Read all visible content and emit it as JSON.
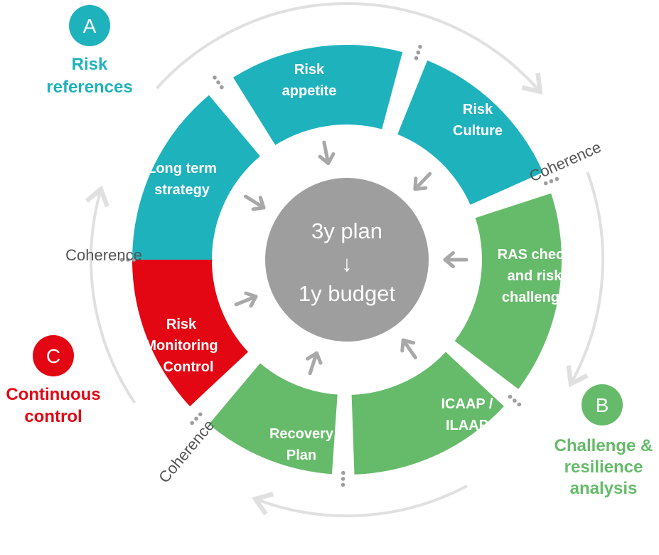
{
  "colors": {
    "teal": "#1eb2bd",
    "green": "#66bb6a",
    "red": "#e30613",
    "gray": "#9e9e9e",
    "arrow_gray": "#a8a8a8",
    "outer_arrow": "#e0e0e0",
    "dots": "#9e9e9e"
  },
  "center": {
    "line1": "3y plan",
    "arrow": "↓",
    "line2": "1y budget"
  },
  "segments": {
    "risk_appetite": [
      "Risk",
      "appetite"
    ],
    "risk_culture": [
      "Risk",
      "Culture"
    ],
    "long_term_strategy": [
      "Long term",
      "strategy"
    ],
    "ras_check": [
      "RAS check",
      "and risk",
      "challenge"
    ],
    "icaap": [
      "ICAAP /",
      "ILAAP"
    ],
    "recovery_plan": [
      "Recovery",
      "Plan"
    ],
    "risk_monitoring": [
      "Risk",
      "Monitoring",
      "& Control"
    ]
  },
  "coherence": {
    "top_right": "Coherence",
    "left": "Coherence",
    "bottom_left": "Coherence"
  },
  "groups": {
    "a": {
      "letter": "A",
      "title": [
        "Risk",
        "references"
      ]
    },
    "b": {
      "letter": "B",
      "title": [
        "Challenge &",
        "resilience",
        "analysis"
      ]
    },
    "c": {
      "letter": "C",
      "title": [
        "Continuous",
        "control"
      ]
    }
  }
}
